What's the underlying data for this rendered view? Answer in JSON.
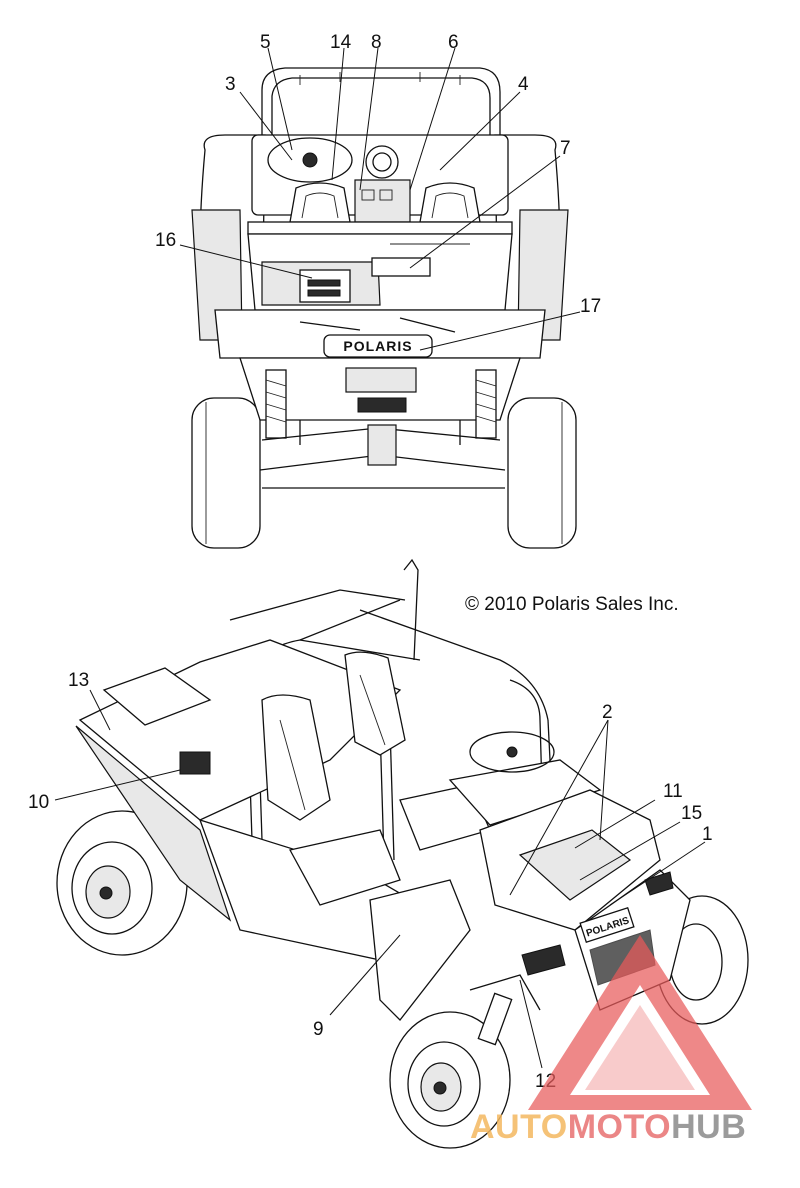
{
  "copyright": "© 2010 Polaris Sales Inc.",
  "brand_badge": "POLARIS",
  "callouts": [
    "1",
    "2",
    "3",
    "4",
    "5",
    "6",
    "7",
    "8",
    "9",
    "10",
    "11",
    "12",
    "13",
    "14",
    "15",
    "16",
    "17"
  ],
  "watermark": {
    "part1": "AUTO",
    "part2": "MOTO",
    "part3": "HUB",
    "colors": {
      "auto": "#f4b860",
      "moto": "#e87272",
      "hub": "#8a8a8a",
      "triangle": "#e85a5a"
    }
  }
}
